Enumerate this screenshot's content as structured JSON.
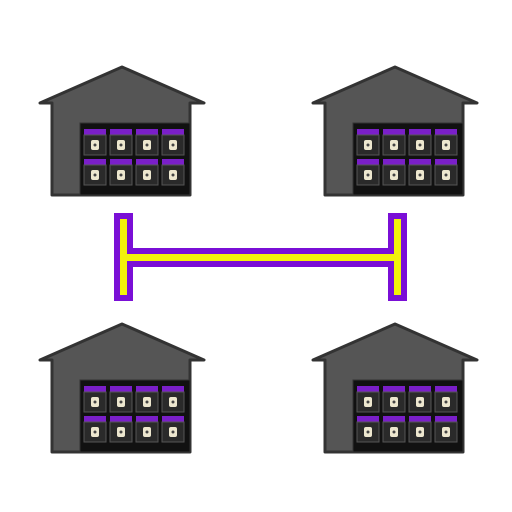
{
  "colors": {
    "roof": "#555555",
    "wall": "#555555",
    "outline": "#333333",
    "door": "#111111",
    "slot_header": "#7a1fc9",
    "slot_body": "#2a2a2a",
    "unit_light": "#ede7cf",
    "connector_fill": "#f2f20a",
    "connector_outline": "#7a0fd6",
    "background": "#ffffff"
  },
  "icon": "warehouse-icon",
  "warehouses": [
    {
      "id": "top-left",
      "slots": 8
    },
    {
      "id": "top-right",
      "slots": 8
    },
    {
      "id": "bottom-left",
      "slots": 8
    },
    {
      "id": "bottom-right",
      "slots": 8
    }
  ],
  "connector": {
    "icon": "h-beam-connector-icon",
    "links": [
      "top-left",
      "top-right"
    ]
  }
}
